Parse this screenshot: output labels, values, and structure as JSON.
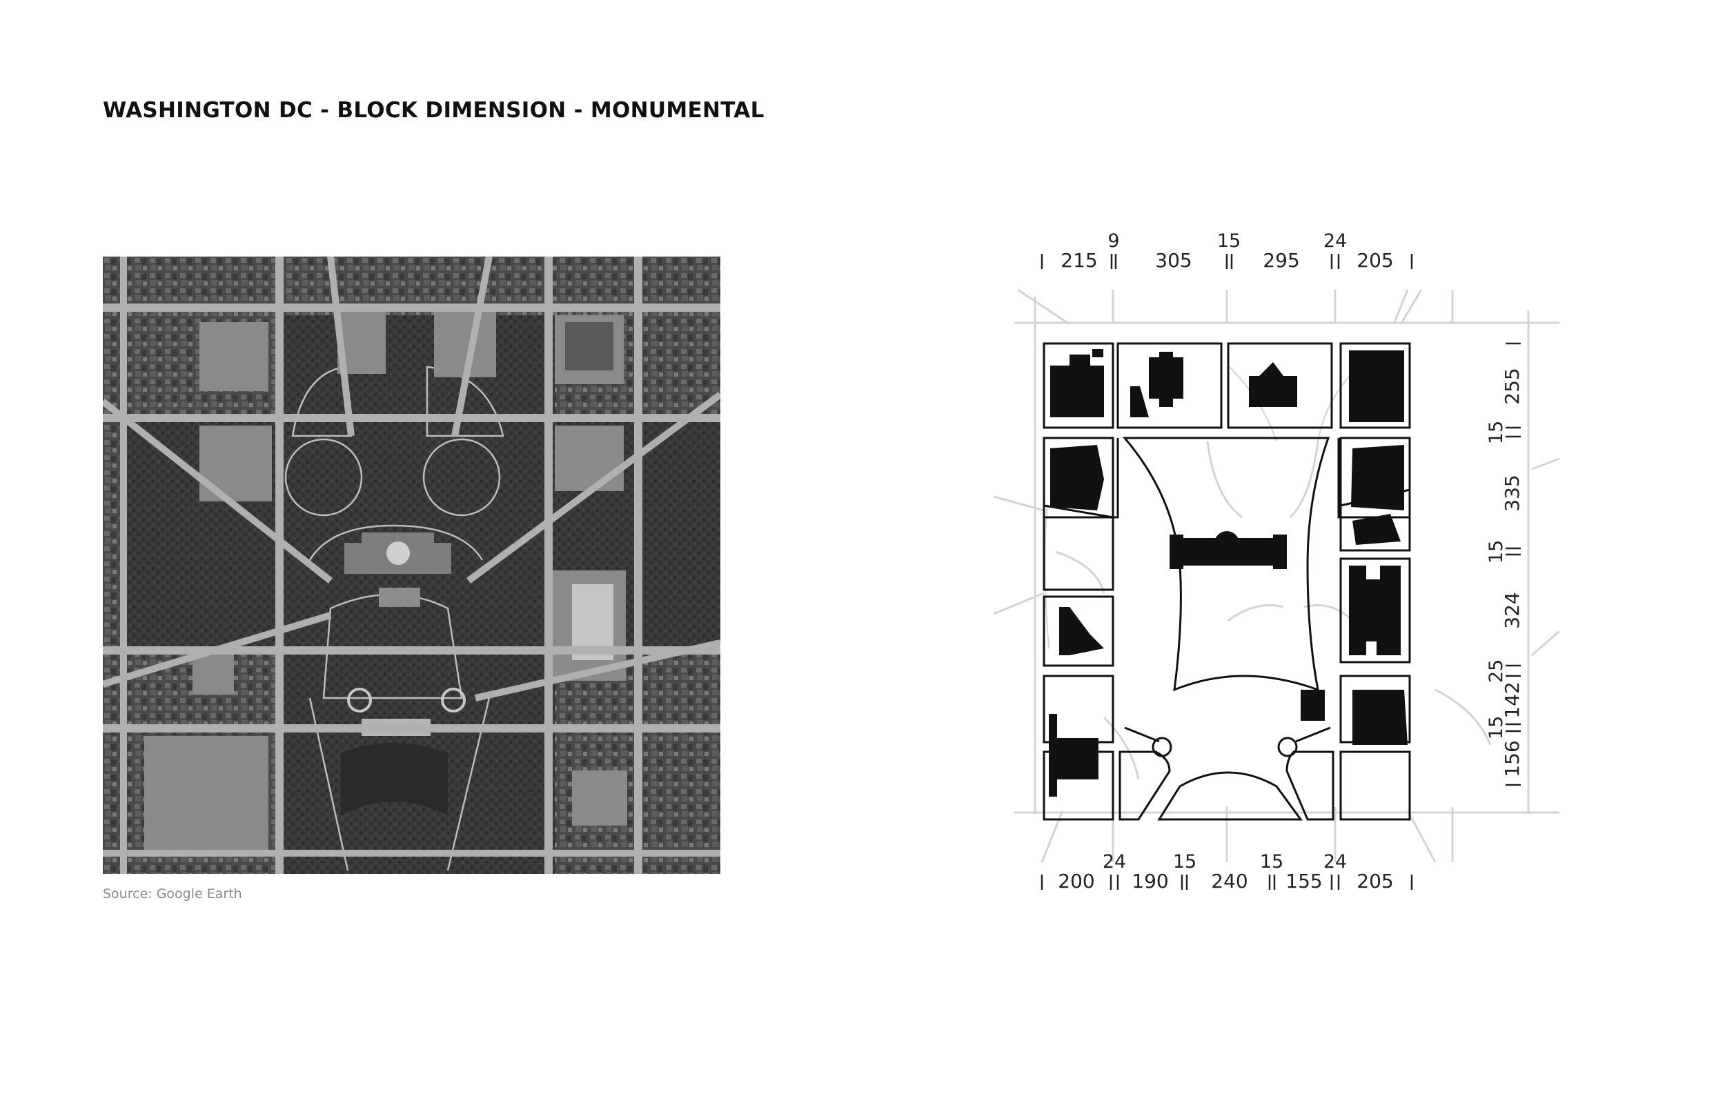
{
  "page": {
    "title": "WASHINGTON DC - BLOCK DIMENSION - MONUMENTAL",
    "source": "Source: Google Earth"
  },
  "colors": {
    "ink": "#111111",
    "street": "#d4d4d4",
    "aerial_bg": "#3c3c3c"
  },
  "dimensions": {
    "top": {
      "blocks": [
        "215",
        "305",
        "295",
        "205"
      ],
      "streets": [
        "9",
        "15",
        "24"
      ]
    },
    "bottom": {
      "blocks": [
        "200",
        "190",
        "240",
        "155",
        "205"
      ],
      "streets": [
        "24",
        "15",
        "15",
        "24"
      ]
    },
    "right": {
      "blocks": [
        "255",
        "335",
        "324",
        "142",
        "156"
      ],
      "streets": [
        "15",
        "15",
        "25",
        "15"
      ]
    }
  }
}
